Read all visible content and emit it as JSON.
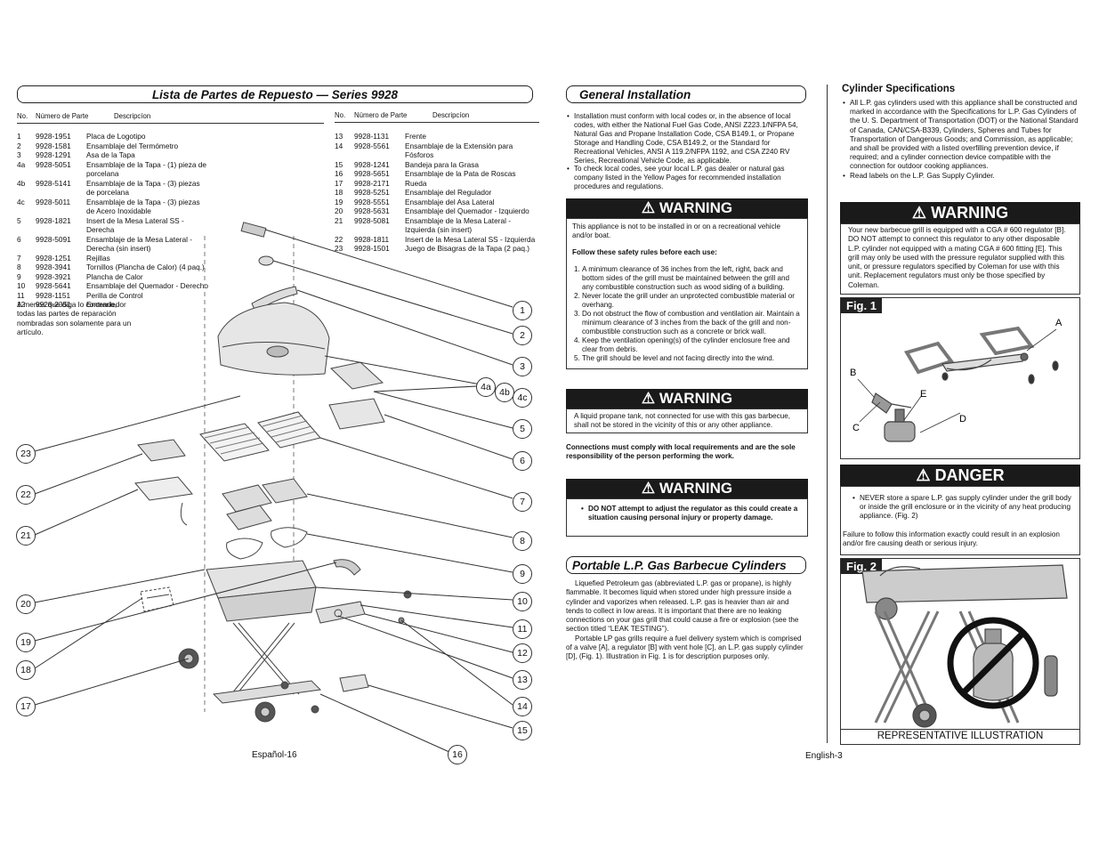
{
  "left_page": {
    "title": "Lista de Partes de Repuesto — Series 9928",
    "col_headers": {
      "no": "No.",
      "part": "Número de Parte",
      "desc": "Descripcíon"
    },
    "col_headers_right": {
      "no": "No.",
      "part": "Número de Parte",
      "desc": "Descripcíon"
    },
    "parts_left": [
      {
        "no": "1",
        "part": "9928-1951",
        "desc": "Placa de Logotipo"
      },
      {
        "no": "2",
        "part": "9928-1581",
        "desc": "Ensamblaje del Termómetro"
      },
      {
        "no": "3",
        "part": "9928-1291",
        "desc": "Asa de la Tapa"
      },
      {
        "no": "4a",
        "part": "9928-5051",
        "desc": "Ensamblaje de la Tapa - (1) pieza de porcelana"
      },
      {
        "no": "4b",
        "part": "9928-5141",
        "desc": "Ensamblaje de la Tapa - (3) piezas de porcelana"
      },
      {
        "no": "4c",
        "part": "9928-5011",
        "desc": "Ensamblaje de la Tapa - (3) piezas de Acero Inoxidable"
      },
      {
        "no": "5",
        "part": "9928-1821",
        "desc": "Insert de la Mesa Lateral SS - Derecha"
      },
      {
        "no": "6",
        "part": "9928-5091",
        "desc": "Ensamblaje de la Mesa Lateral - Derecha (sin insert)"
      },
      {
        "no": "7",
        "part": "9928-1251",
        "desc": "Rejillas"
      },
      {
        "no": "8",
        "part": "9928-3941",
        "desc": "Tornillos (Plancha de Calor) (4 paq.)"
      },
      {
        "no": "9",
        "part": "9928-3921",
        "desc": "Plancha de Calor"
      },
      {
        "no": "10",
        "part": "9928-5641",
        "desc": "Ensamblaje del Quemador - Derecho"
      },
      {
        "no": "11",
        "part": "9928-1151",
        "desc": "Perilla de Control"
      },
      {
        "no": "12",
        "part": "9928-2351",
        "desc": "Encendedor"
      }
    ],
    "parts_right": [
      {
        "no": "13",
        "part": "9928-1131",
        "desc": "Frente"
      },
      {
        "no": "14",
        "part": "9928-5561",
        "desc": "Ensamblaje de la Extensión para Fósforos"
      },
      {
        "no": "15",
        "part": "9928-1241",
        "desc": "Bandeja para la Grasa"
      },
      {
        "no": "16",
        "part": "9928-5651",
        "desc": "Ensamblaje de la Pata de Roscas"
      },
      {
        "no": "17",
        "part": "9928-2171",
        "desc": "Rueda"
      },
      {
        "no": "18",
        "part": "9928-5251",
        "desc": "Ensamblaje del Regulador"
      },
      {
        "no": "19",
        "part": "9928-5551",
        "desc": "Ensamblaje del Asa Lateral"
      },
      {
        "no": "20",
        "part": "9928-5631",
        "desc": "Ensamblaje del Quemador - Izquierdo"
      },
      {
        "no": "21",
        "part": "9928-5081",
        "desc": "Ensamblaje de la Mesa Lateral - Izquierda (sin insert)"
      },
      {
        "no": "22",
        "part": "9928-1811",
        "desc": "Insert de la Mesa Lateral SS - Izquierda"
      },
      {
        "no": "23",
        "part": "9928-1501",
        "desc": "Juego de Bisagras de la Tapa (2 paq.)"
      }
    ],
    "note": "A menos que diga lo contrario, todas las partes de reparación nombradas son solamente para un artículo.",
    "callouts_right": [
      "1",
      "2",
      "3",
      "4a",
      "4b",
      "4c",
      "5",
      "6",
      "7",
      "8",
      "9",
      "10",
      "11",
      "12",
      "13",
      "14",
      "15",
      "16"
    ],
    "callouts_left": [
      "23",
      "22",
      "21",
      "20",
      "19",
      "18",
      "17"
    ],
    "footer": "Español-16"
  },
  "middle_page": {
    "general_title": "General Installation",
    "general_bullets": [
      "Installation must conform with local codes or, in the absence of local codes, with either the National Fuel Gas Code, ANSI Z223.1/NFPA 54, Natural Gas and Propane Installation Code, CSA B149.1, or Propane Storage and Handling Code, CSA B149.2, or the Standard for Recreational Vehicles, ANSI A 119.2/NFPA 1192, and CSA Z240 RV Series, Recreational Vehicle Code, as applicable.",
      "To check local codes, see your local L.P. gas dealer or natural gas company listed in the Yellow Pages for recommended installation procedures and regulations."
    ],
    "warning1": {
      "label": "WARNING",
      "intro": "This appliance is not to be installed in or on a recreational vehicle and/or boat.",
      "heading": "Follow these safety rules before each use:",
      "rules": [
        "A minimum clearance of 36 inches from the left, right, back and bottom sides of the grill must be maintained between the grill and any combustible construction such as wood siding of a building.",
        "Never locate the grill under an unprotected combustible material or overhang.",
        "Do not obstruct the flow of combustion and ventilation air. Maintain a minimum clearance of 3 inches from the back of the grill and non-combustible construction such as a concrete or brick wall.",
        "Keep the ventilation opening(s) of the cylinder enclosure free and clear from debris.",
        "The grill should be level and not facing directly into the wind."
      ]
    },
    "warning2": {
      "label": "WARNING",
      "text": "A liquid propane tank, not connected for use with this gas barbecue, shall not be stored in the vicinity of this or any other appliance."
    },
    "connections_note": "Connections must comply with local requirements and are the sole responsibility of the person performing the work.",
    "warning3": {
      "label": "WARNING",
      "text": "DO NOT attempt to adjust the regulator as this could create a situation causing personal injury or property damage."
    },
    "portable_title": "Portable L.P. Gas Barbecue Cylinders",
    "portable_p1": "Liquefied Petroleum gas (abbreviated L.P. gas or propane), is highly flammable. It becomes liquid when stored under high pressure inside a cylinder and vaporizes when released. L.P. gas is heavier than air and tends to collect in low areas. It is important that there are no leaking connections on your gas grill that could cause a fire or explosion (see the section titled “LEAK TESTING”).",
    "portable_p2": "Portable LP gas grills require a fuel delivery system which is comprised of a valve [A], a regulator [B] with vent hole [C], an L.P. gas supply cylinder [D], (Fig. 1). Illustration in Fig. 1 is for description purposes only."
  },
  "right_page": {
    "cyl_title": "Cylinder Specifications",
    "cyl_bullets": [
      "All L.P. gas cylinders used with this appliance shall be constructed and marked in accordance with the Specifications for L.P. Gas Cylinders of the U. S. Department of Transportation (DOT) or the National Standard of Canada, CAN/CSA-B339, Cylinders, Spheres and Tubes for Transportation of Dangerous Goods; and Commission, as applicable; and shall be provided with a listed overfilling prevention device, if required; and a cylinder connection device compatible with the connection for outdoor cooking appliances.",
      "Read labels on the L.P. Gas Supply Cylinder."
    ],
    "warning4": {
      "label": "WARNING",
      "text": "Your new barbecue grill is equipped with a CGA # 600 regulator [B]. DO NOT attempt to connect this regulator to any other disposable L.P. cylinder not equipped with a mating CGA # 600 fitting [E]. This grill may only be used with the pressure regulator supplied with this unit, or pressure regulators specified by Coleman for use with this unit. Replacement regulators must only be those specified by Coleman."
    },
    "fig1": {
      "label": "Fig. 1",
      "letters": [
        "A",
        "B",
        "C",
        "D",
        "E"
      ]
    },
    "danger": {
      "label": "DANGER",
      "bullet": "NEVER store a spare L.P. gas supply cylinder under the grill body or inside the grill enclosure or in the vicinity of any heat producing appliance. (Fig. 2)",
      "text": "Failure to follow this information exactly could result in an explosion and/or fire causing death or serious injury."
    },
    "fig2": {
      "label": "Fig. 2",
      "caption": "REPRESENTATIVE ILLUSTRATION"
    },
    "footer": "English-3"
  },
  "colors": {
    "ink": "#111111",
    "bar": "#1a1a1a",
    "line": "#333333"
  }
}
